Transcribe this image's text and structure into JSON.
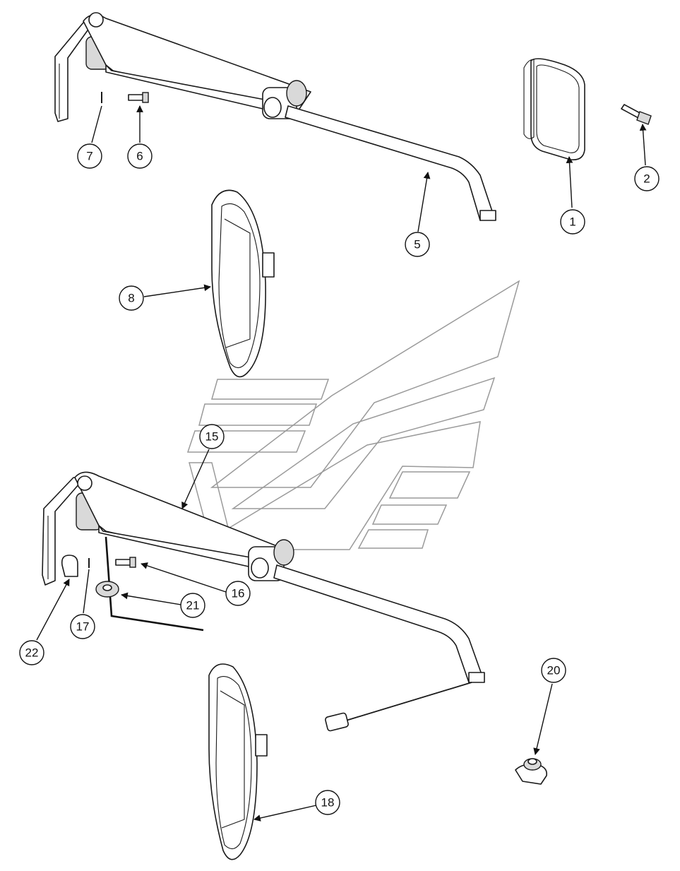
{
  "callouts": {
    "c1": "1",
    "c2": "2",
    "c5": "5",
    "c6": "6",
    "c7": "7",
    "c8": "8",
    "c15": "15",
    "c16": "16",
    "c17": "17",
    "c18": "18",
    "c20": "20",
    "c21": "21",
    "c22": "22"
  },
  "colors": {
    "line": "#1a1a1a",
    "watermark": "#9a9a9a",
    "background": "#ffffff"
  }
}
